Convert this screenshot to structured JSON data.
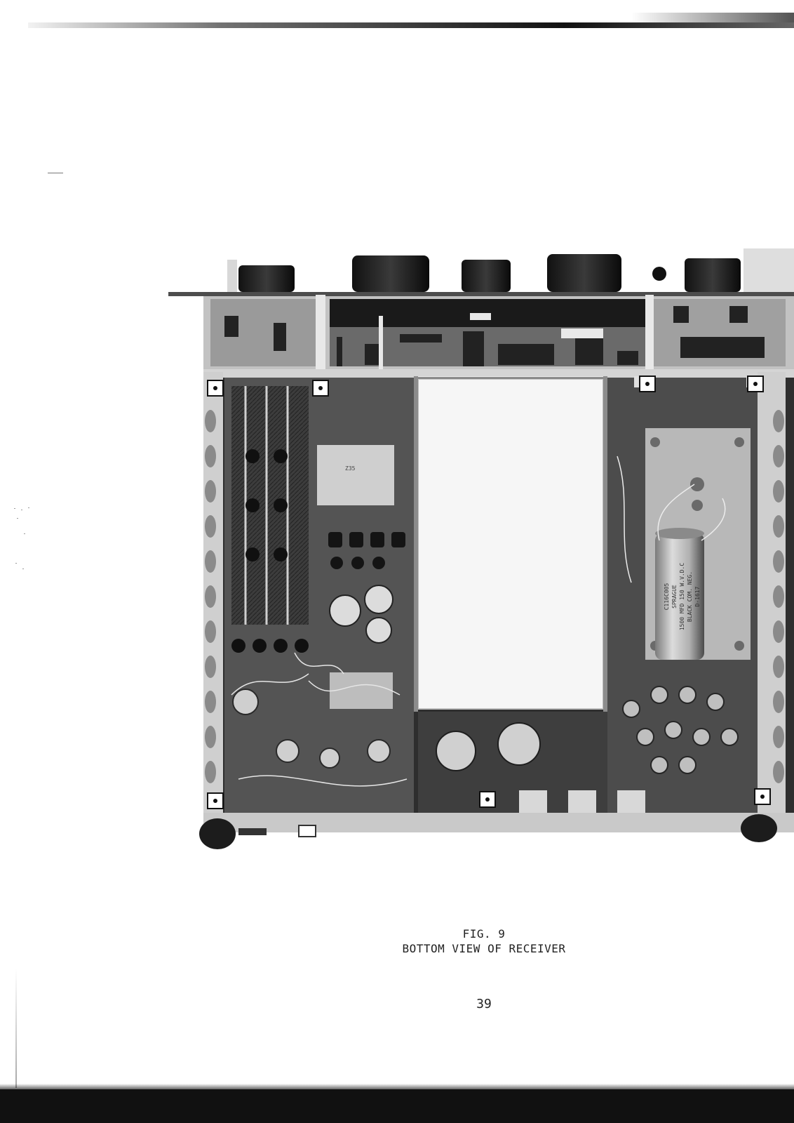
{
  "figure": {
    "label": "FIG. 9",
    "title": "BOTTOM VIEW OF RECEIVER"
  },
  "page_number": "39",
  "photo": {
    "subject": "receiver-chassis-bottom",
    "capacitor_label": [
      "C116C005",
      "SPRAGUE",
      "1500 MFD 150 W.V.D.C",
      "BLACK COM. NEG.",
      "D-1617"
    ],
    "transformer_label": "Z35"
  }
}
